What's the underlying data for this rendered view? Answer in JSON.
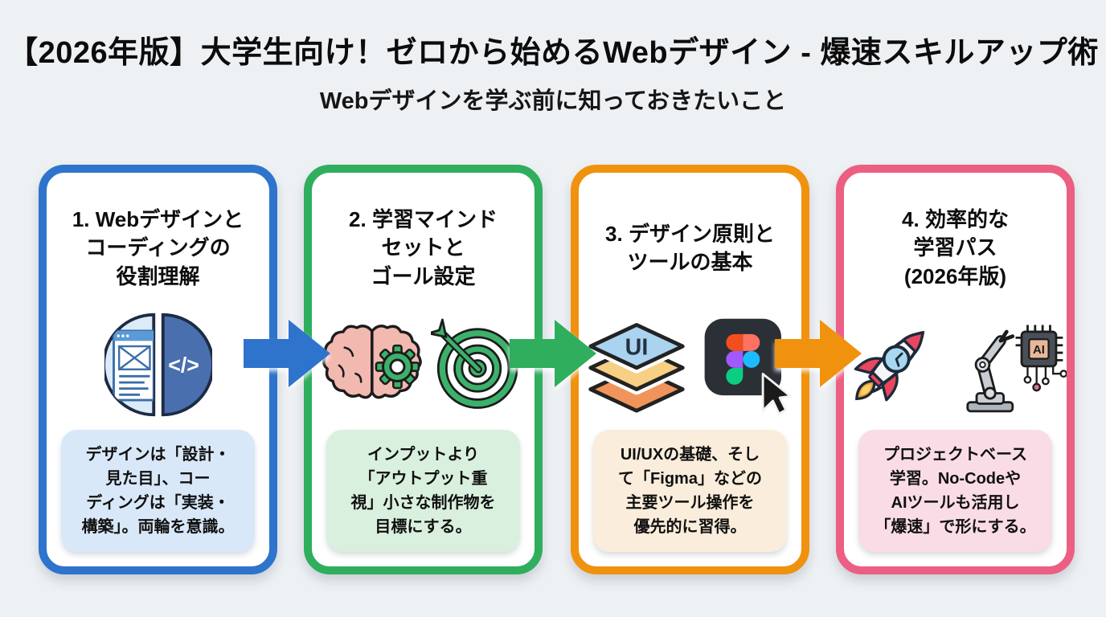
{
  "page": {
    "title": "【2026年版】大学生向け！ゼロから始めるWebデザイン - 爆速スキルアップ術",
    "subtitle": "Webデザインを学ぶ前に知っておきたいこと",
    "background_color": "#eef1f4"
  },
  "steps": [
    {
      "number": "1",
      "heading": "1. Webデザインと\nコーディングの\n役割理解",
      "note": "デザインは「設計・\n見た目」、コー\nディングは「実装・\n構築」。両輪を意識。",
      "accent_color": "#2e74cc",
      "note_bg": "#d9e8f8",
      "icons": [
        "browser-wireframe-code-split-circle-icon"
      ],
      "icon_code_glyph": "</>",
      "icon_ui_label": ""
    },
    {
      "number": "2",
      "heading": "2. 学習マインド\nセットと\nゴール設定",
      "note": "インプットより\n「アウトプット重\n視」小さな制作物を\n目標にする。",
      "accent_color": "#2fae5e",
      "note_bg": "#d9f0de",
      "icons": [
        "brain-gear-icon",
        "target-arrow-icon"
      ]
    },
    {
      "number": "3",
      "heading": "3. デザイン原則と\nツールの基本",
      "note": "UI/UXの基礎、そし\nて「Figma」などの\n主要ツール操作を\n優先的に習得。",
      "accent_color": "#f0920e",
      "note_bg": "#faeddb",
      "icons": [
        "ui-layers-icon",
        "figma-cursor-icon"
      ],
      "icon_ui_label": "UI"
    },
    {
      "number": "4",
      "heading": "4. 効率的な\n学習パス\n(2026年版)",
      "note": "プロジェクトベース\n学習。No-Codeや\nAIツールも活用し\n「爆速」で形にする。",
      "accent_color": "#ec5f82",
      "note_bg": "#f9dce6",
      "icons": [
        "rocket-clock-icon",
        "robot-arm-ai-chip-icon"
      ],
      "icon_ai_label": "AI"
    }
  ],
  "arrows": [
    {
      "direction": "right",
      "color": "#2e74cc"
    },
    {
      "direction": "right",
      "color": "#2fae5e"
    },
    {
      "direction": "right",
      "color": "#f0920e"
    }
  ]
}
